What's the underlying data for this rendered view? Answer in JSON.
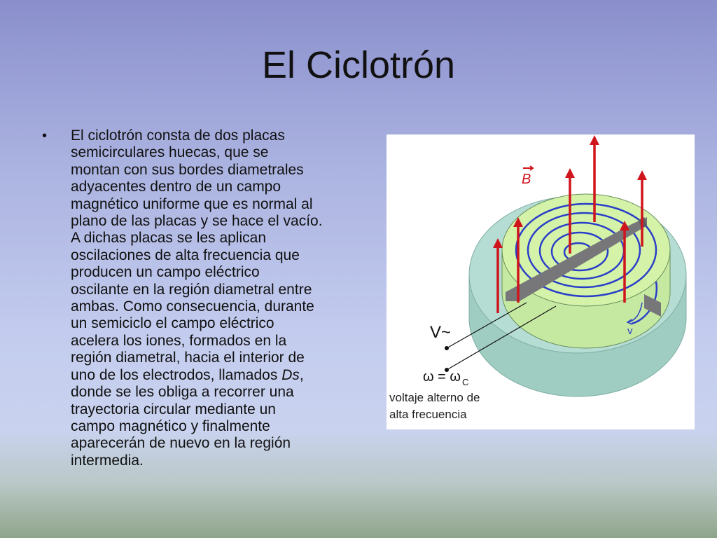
{
  "slide": {
    "title": "El Ciclotrón",
    "bullet": "•",
    "paragraph": [
      "El ciclotrón consta de dos placas",
      "semicirculares huecas, que se",
      "montan con sus bordes diametrales",
      "adyacentes dentro de un campo",
      "magnético uniforme que es normal al",
      "plano de las placas y se hace el vacío.",
      "A dichas placas se les aplican",
      "oscilaciones de alta frecuencia que",
      "producen un campo eléctrico",
      "oscilante en la región diametral entre",
      "ambas. Como consecuencia, durante",
      "un semiciclo el campo eléctrico",
      "acelera los iones, formados en la",
      "región diametral, hacia el interior de",
      "uno de los electrodos, llamados ",
      "donde se les obliga a recorrer una",
      "trayectoria circular mediante un",
      "campo magnético y finalmente",
      "aparecerán de nuevo en la región",
      "intermedia."
    ],
    "italic_term": "Ds",
    "italic_suffix": ","
  },
  "figure": {
    "field_label": "B",
    "voltage_label": "V~",
    "velocity_label": "v",
    "omega_label": "ω = ω",
    "omega_sub": "C",
    "caption_line1": "voltaje alterno de",
    "caption_line2": "alta frecuencia",
    "colors": {
      "base": "#b6ddd3",
      "plate": "#d4f3a8",
      "spiral": "#2a3ec9",
      "arrow": "#d0141c",
      "gap": "#77777a"
    }
  }
}
